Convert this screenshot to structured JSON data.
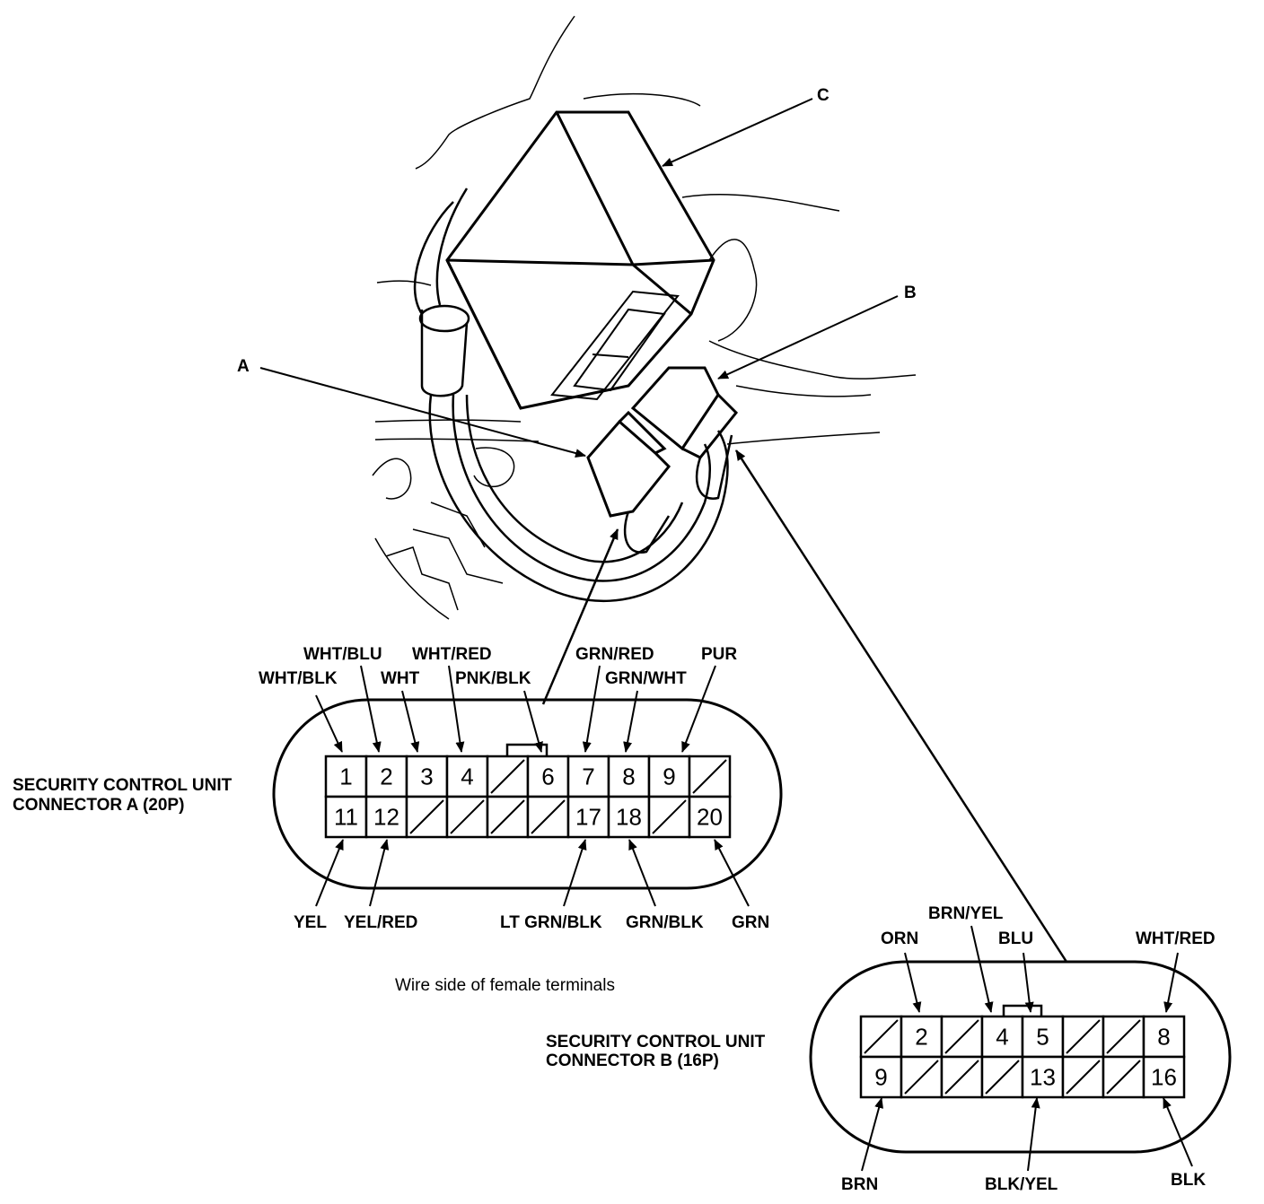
{
  "callouts": {
    "a": "A",
    "b": "B",
    "c": "C"
  },
  "connector_a": {
    "title_line1": "SECURITY CONTROL UNIT",
    "title_line2": "CONNECTOR A (20P)",
    "top_pins": [
      "1",
      "2",
      "3",
      "4",
      "",
      "6",
      "7",
      "8",
      "9",
      ""
    ],
    "bottom_pins": [
      "11",
      "12",
      "",
      "",
      "",
      "",
      "17",
      "18",
      "",
      "20"
    ],
    "wires": {
      "p1": "WHT/BLK",
      "p2": "WHT/BLU",
      "p3": "WHT",
      "p4": "WHT/RED",
      "p6": "PNK/BLK",
      "p7": "GRN/RED",
      "p8": "GRN/WHT",
      "p9": "PUR",
      "p11": "YEL",
      "p12": "YEL/RED",
      "p17": "LT GRN/BLK",
      "p18": "GRN/BLK",
      "p20": "GRN"
    }
  },
  "connector_b": {
    "title_line1": "SECURITY CONTROL UNIT",
    "title_line2": "CONNECTOR B (16P)",
    "top_pins": [
      "",
      "2",
      "",
      "4",
      "5",
      "",
      "",
      "8"
    ],
    "bottom_pins": [
      "9",
      "",
      "",
      "",
      "13",
      "",
      "",
      "16"
    ],
    "wires": {
      "p2": "ORN",
      "p4": "BRN/YEL",
      "p5": "BLU",
      "p8": "WHT/RED",
      "p9": "BRN",
      "p13": "BLK/YEL",
      "p16": "BLK"
    }
  },
  "note": "Wire side of female terminals"
}
